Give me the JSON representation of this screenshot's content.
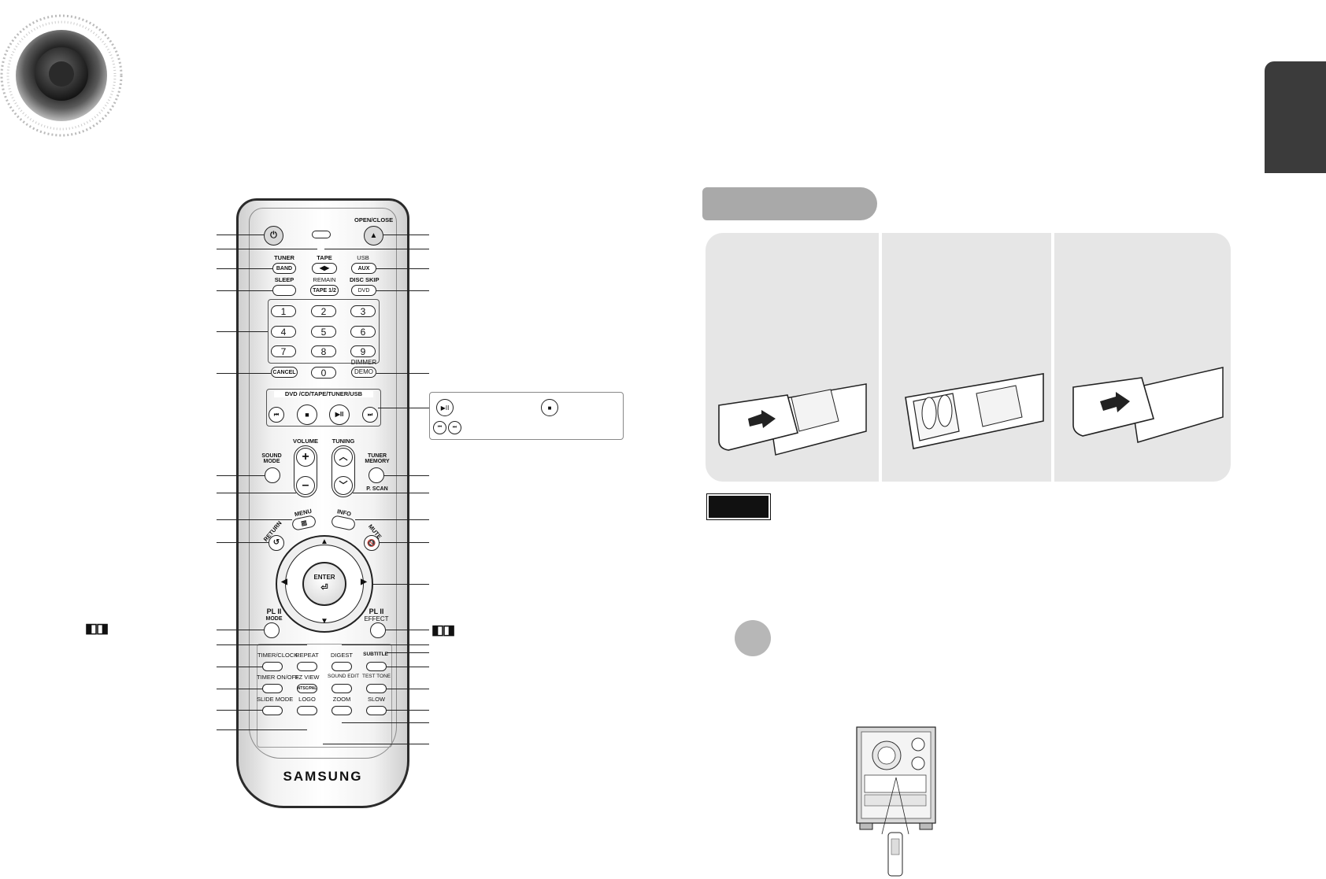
{
  "colors": {
    "panel_bg": "#e6e6e6",
    "header_pill": "#a9a9a9",
    "side_tab": "#3b3b3b",
    "ink": "#111111"
  },
  "remote": {
    "brand": "SAMSUNG",
    "labels": {
      "open_close": "OPEN/CLOSE",
      "tuner": "TUNER",
      "band": "BAND",
      "tape": "TAPE",
      "usb": "USB",
      "aux": "AUX",
      "sleep": "SLEEP",
      "remain": "REMAIN",
      "tape12": "TAPE 1/2",
      "disc_skip": "DISC SKIP",
      "dvd": "DVD",
      "digits": [
        "1",
        "2",
        "3",
        "4",
        "5",
        "6",
        "7",
        "8",
        "9",
        "0"
      ],
      "cancel": "CANCEL",
      "dimmer": "DIMMER",
      "demo": "DEMO",
      "source_bar": "DVD /CD/TAPE/TUNER/USB",
      "volume": "VOLUME",
      "tuning": "TUNING",
      "sound_mode": "SOUND MODE",
      "tuner_memory": "TUNER MEMORY",
      "p_scan": "P. SCAN",
      "menu": "MENU",
      "info": "INFO",
      "return": "RETURN",
      "mute": "MUTE",
      "enter": "ENTER",
      "pl2_mode_a": "PL II",
      "pl2_mode_b": "MODE",
      "pl2_effect_a": "PL II",
      "pl2_effect_b": "EFFECT",
      "timer_clock": "TIMER/CLOCK",
      "repeat": "REPEAT",
      "digest": "DIGEST",
      "subtitle": "SUBTITLE",
      "timer_onoff": "TIMER ON/OFF",
      "ez_view": "EZ VIEW",
      "note_ntsc_pal": "NTSC/PAL",
      "sound_edit": "SOUND EDIT",
      "test_tone": "TEST TONE",
      "slide_mode": "SLIDE MODE",
      "logo": "LOGO",
      "zoom": "ZOOM",
      "slow": "SLOW",
      "plus": "+",
      "minus": "–"
    }
  }
}
